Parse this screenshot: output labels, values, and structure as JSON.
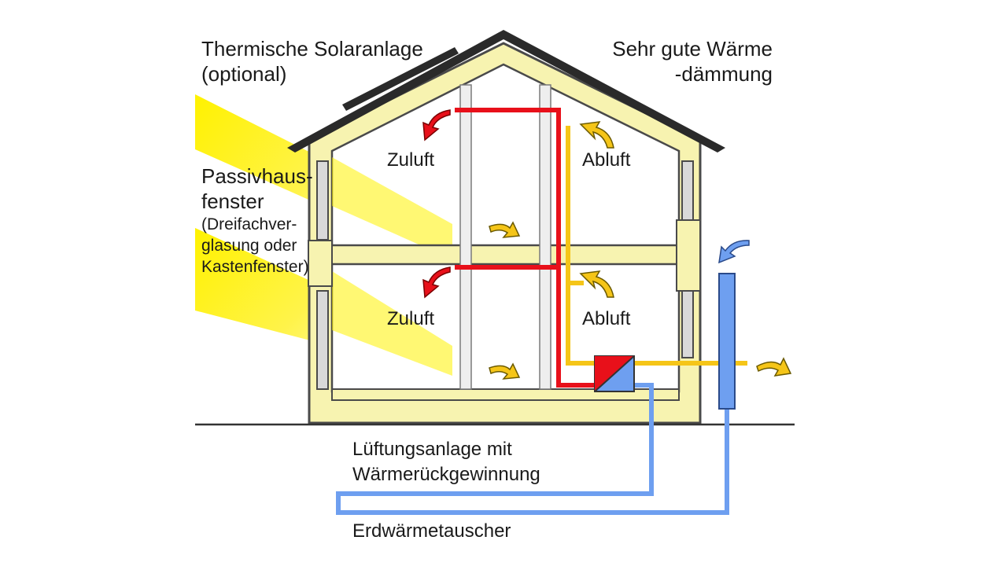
{
  "labels": {
    "solar_line1": "Thermische Solaranlage",
    "solar_line2": "(optional)",
    "insulation_line1": "Sehr gute Wärme",
    "insulation_line2": "-dämmung",
    "window_line1": "Passivhaus-",
    "window_line2": "fenster",
    "window_line3": "(Dreifachver-",
    "window_line4": "glasung oder",
    "window_line5": "Kastenfenster)",
    "ventilation_line1": "Lüftungsanlage mit",
    "ventilation_line2": "Wärmerückgewinnung",
    "ground_exchanger": "Erdwärmetauscher"
  },
  "rooms": {
    "upper_left": "Zuluft",
    "upper_right": "Abluft",
    "lower_left": "Zuluft",
    "lower_right": "Abluft"
  },
  "colors": {
    "insulation": "#f7f3b0",
    "insulation_stroke": "#4a4a4a",
    "roof": "#2a2a2a",
    "sunlight": "#fff200",
    "supply_air": "#e8101a",
    "exhaust_air": "#f5c518",
    "fresh_air": "#6e9ff0",
    "heat_exchanger_red": "#e8101a",
    "heat_exchanger_blue": "#6e9ff0"
  }
}
